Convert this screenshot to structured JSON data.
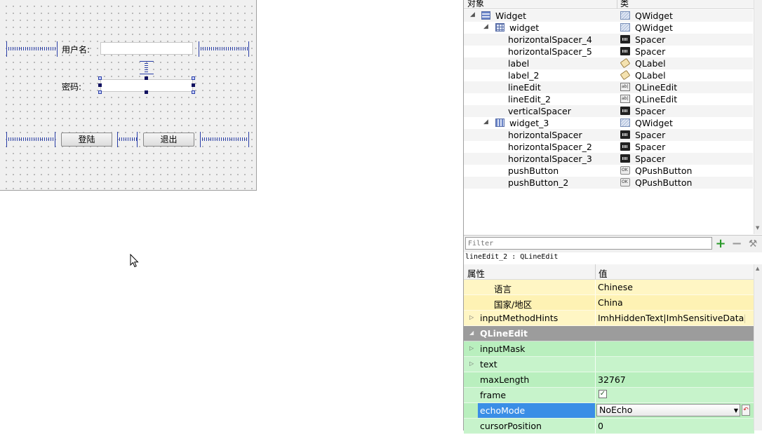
{
  "form": {
    "username_label": "用户名:",
    "password_label": "密码:",
    "login_button": "登陆",
    "exit_button": "退出"
  },
  "object_inspector": {
    "col_object": "对象",
    "col_class": "类",
    "rows": [
      {
        "name": "Widget",
        "class": "QWidget",
        "icon": "vbox-layout-icon",
        "class_icon": "widget-icon"
      },
      {
        "name": "widget",
        "class": "QWidget",
        "icon": "grid-layout-icon",
        "class_icon": "widget-icon"
      },
      {
        "name": "horizontalSpacer_4",
        "class": "Spacer",
        "class_icon": "spacer-icon"
      },
      {
        "name": "horizontalSpacer_5",
        "class": "Spacer",
        "class_icon": "spacer-icon"
      },
      {
        "name": "label",
        "class": "QLabel",
        "class_icon": "label-tag-icon"
      },
      {
        "name": "label_2",
        "class": "QLabel",
        "class_icon": "label-tag-icon"
      },
      {
        "name": "lineEdit",
        "class": "QLineEdit",
        "class_icon": "lineedit-icon"
      },
      {
        "name": "lineEdit_2",
        "class": "QLineEdit",
        "class_icon": "lineedit-icon"
      },
      {
        "name": "verticalSpacer",
        "class": "Spacer",
        "class_icon": "spacer-icon"
      },
      {
        "name": "widget_3",
        "class": "QWidget",
        "icon": "hbox-layout-icon",
        "class_icon": "widget-icon"
      },
      {
        "name": "horizontalSpacer",
        "class": "Spacer",
        "class_icon": "spacer-icon"
      },
      {
        "name": "horizontalSpacer_2",
        "class": "Spacer",
        "class_icon": "spacer-icon"
      },
      {
        "name": "horizontalSpacer_3",
        "class": "Spacer",
        "class_icon": "spacer-icon"
      },
      {
        "name": "pushButton",
        "class": "QPushButton",
        "class_icon": "pushbutton-icon"
      },
      {
        "name": "pushButton_2",
        "class": "QPushButton",
        "class_icon": "pushbutton-icon"
      }
    ]
  },
  "filter": {
    "placeholder": "Filter",
    "add_icon": "plus-icon",
    "remove_icon": "minus-icon",
    "config_icon": "wrench-icon"
  },
  "property_editor": {
    "selection_caption": "lineEdit_2 : QLineEdit",
    "col_property": "属性",
    "col_value": "值",
    "rows": [
      {
        "name": "语言",
        "value": "Chinese"
      },
      {
        "name": "国家/地区",
        "value": "China"
      },
      {
        "name": "inputMethodHints",
        "value": "ImhHiddenText|ImhSensitiveData|I..."
      },
      {
        "name": "QLineEdit",
        "value": ""
      },
      {
        "name": "inputMask",
        "value": ""
      },
      {
        "name": "text",
        "value": ""
      },
      {
        "name": "maxLength",
        "value": "32767"
      },
      {
        "name": "frame",
        "value": "✓"
      },
      {
        "name": "echoMode",
        "value": "NoEcho"
      },
      {
        "name": "cursorPosition",
        "value": "0"
      }
    ]
  },
  "colors": {
    "selection": "#3a8ee6",
    "spacer_blue": "#2a3fa8",
    "group_header": "#9c9c9c",
    "row_yellow": "#fff6c4",
    "row_green": "#c7f3cb"
  }
}
